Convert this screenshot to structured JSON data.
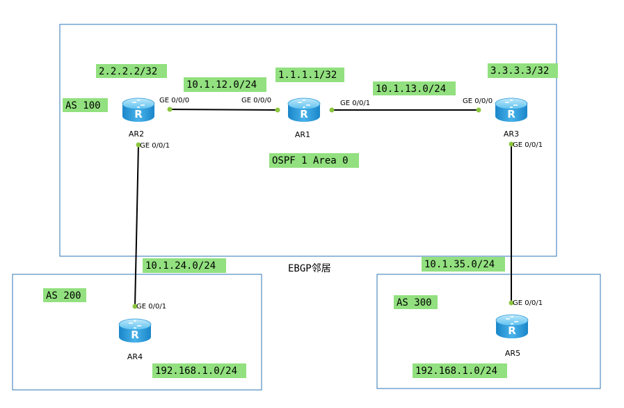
{
  "routers": {
    "ar1": "AR1",
    "ar2": "AR2",
    "ar3": "AR3",
    "ar4": "AR4",
    "ar5": "AR5",
    "glyph": "R"
  },
  "as_labels": {
    "as100": "AS 100",
    "as200": "AS 200",
    "as300": "AS 300"
  },
  "loopbacks": {
    "ar1": "1.1.1.1/32",
    "ar2": "2.2.2.2/32",
    "ar3": "3.3.3.3/32"
  },
  "subnets": {
    "ar2_ar1": "10.1.12.0/24",
    "ar1_ar3": "10.1.13.0/24",
    "ar2_ar4": "10.1.24.0/24",
    "ar3_ar5": "10.1.35.0/24",
    "ar4_lan": "192.168.1.0/24",
    "ar5_lan": "192.168.1.0/24"
  },
  "ports": {
    "ar2_ge000": "GE 0/0/0",
    "ar2_ge001": "GE 0/0/1",
    "ar1_ge000": "GE 0/0/0",
    "ar1_ge001": "GE 0/0/1",
    "ar3_ge000": "GE 0/0/0",
    "ar3_ge001": "GE 0/0/1",
    "ar4_ge001": "GE 0/0/1",
    "ar5_ge001": "GE 0/0/1"
  },
  "ospf_label": "OSPF 1 Area 0",
  "ebgp_label": "EBGP邻居",
  "colors": {
    "tag_green": "#92e07f",
    "port_green": "#8cc63f",
    "box_blue": "#2e75b6",
    "router_blue": "#3aa6e0"
  },
  "icons": [
    "router-icon"
  ]
}
